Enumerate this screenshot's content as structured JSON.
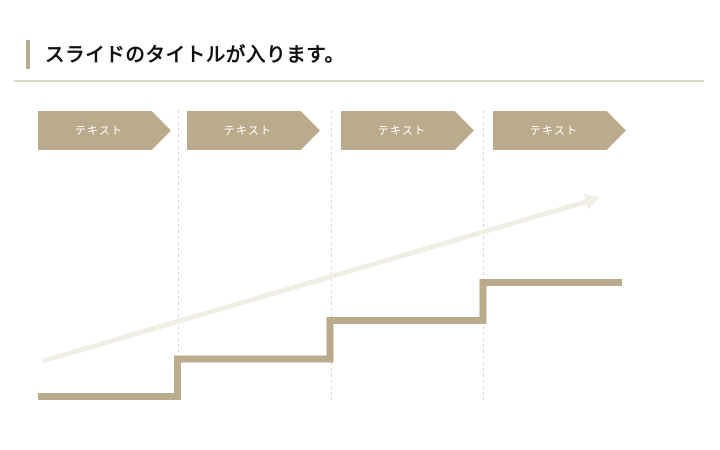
{
  "slide": {
    "title": "スライドのタイトルが入ります。"
  },
  "colors": {
    "accent": "#b9ab8b",
    "arrow": "#f1eee6",
    "divider": "#ddd8c7",
    "dashed_guide": "#dcd8cf",
    "title_text": "#111111",
    "chevron_text": "#ffffff"
  },
  "steps": [
    {
      "label": "テキスト"
    },
    {
      "label": "テキスト"
    },
    {
      "label": "テキスト"
    },
    {
      "label": "テキスト"
    }
  ],
  "diagram": {
    "type": "staircase-growth",
    "step_count": 4,
    "trend_arrow": "rising-arrow"
  }
}
